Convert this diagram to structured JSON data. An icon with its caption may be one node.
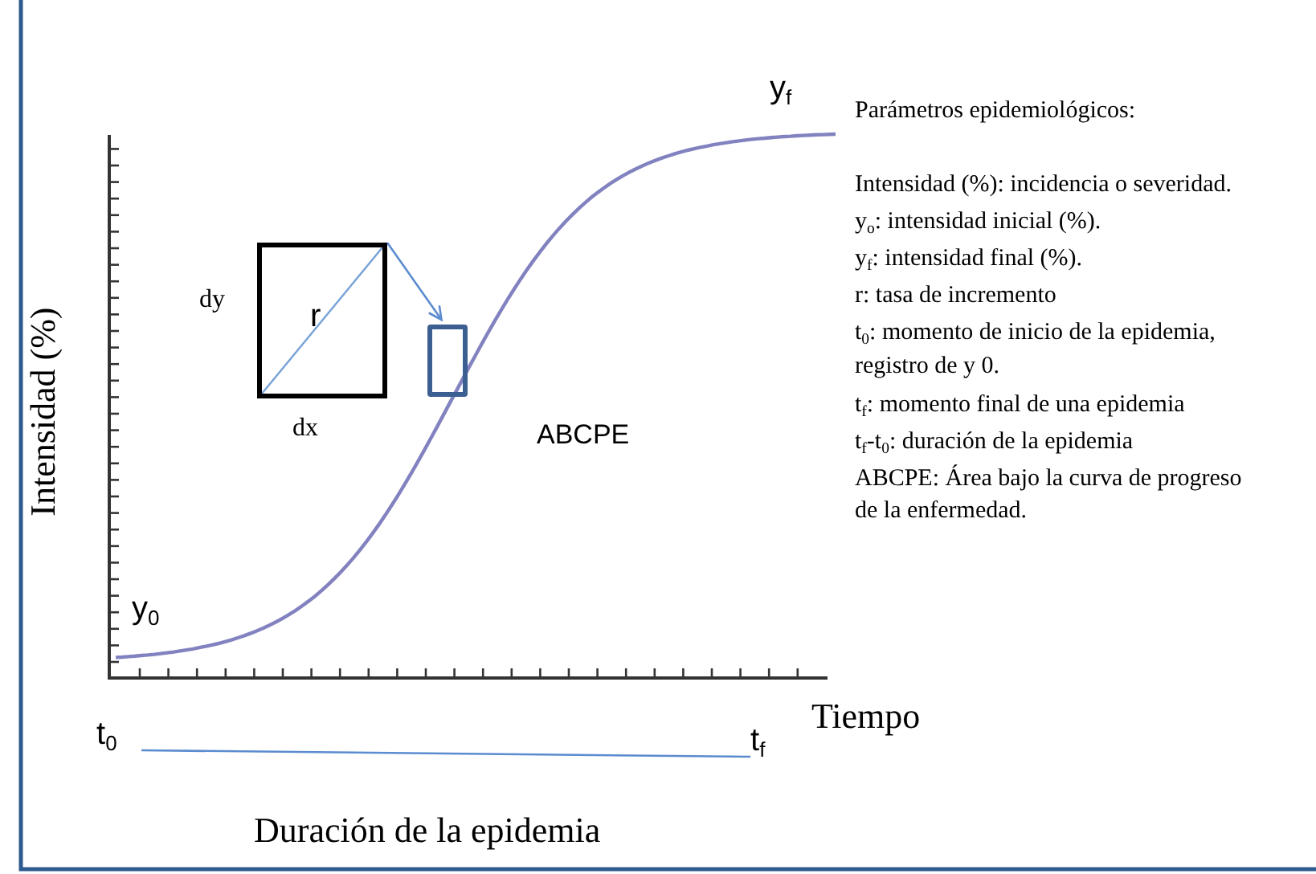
{
  "diagram": {
    "nodes": [
      {
        "text": [
          "r"
        ]
      },
      {
        "text": [],
        "shape": "box"
      },
      {
        "text": [
          "t$_{0}$"
        ]
      },
      {
        "text": [
          "t$_{f}$"
        ]
      }
    ],
    "edges": [
      {
        "from": 0,
        "to": 1,
        "arrow": "to"
      },
      {
        "from": 2,
        "to": 3,
        "arrow": "none"
      }
    ],
    "labels": [
      "y$_{f}$",
      "Intensidad (%)",
      "dy",
      "dx",
      "ABCPE",
      "y$_{0}$",
      "Tiempo",
      "Duración de la epidemia",
      "Parámetros epidemiológicos:",
      "Intensidad (%): incidencia o severidad.",
      "y$_{o}$: intensidad inicial (%).",
      "y$_{f}$: intensidad final (%).",
      "r: tasa de incremento",
      "t$_{0}$: momento de inicio de la epidemia, registro de y 0.",
      "t$_{f}$: momento final de una epidemia",
      "t$_{f}$-t$_{0}$: duración de la epidemia",
      "ABCPE: Área bajo la curva de progreso de la enfermedad."
    ]
  }
}
